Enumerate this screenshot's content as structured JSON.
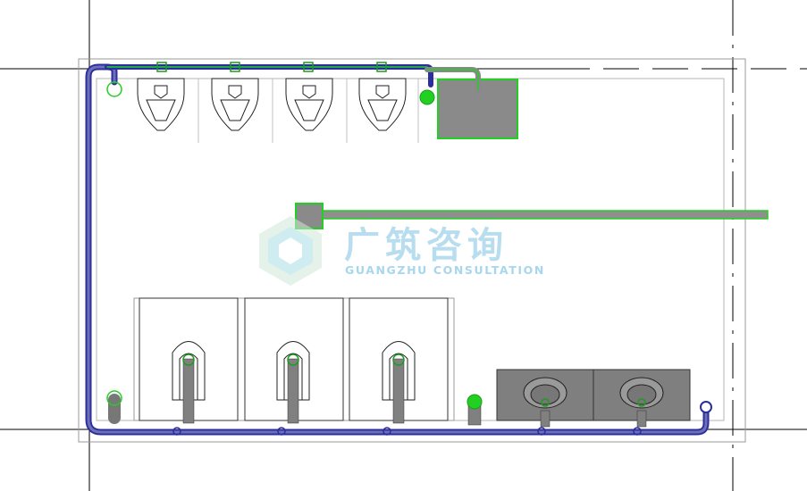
{
  "watermark": {
    "title": "广筑咨询",
    "subtitle": "GUANGZHU CONSULTATION"
  },
  "colors": {
    "pipe_blue": "#2b2f9e",
    "pipe_green": "#22d022",
    "fixture_gray": "#8a8a8a",
    "watermark": "#9fd2ea"
  },
  "fixtures": {
    "urinals": 4,
    "toilet_stalls": 3,
    "washbasins": 2,
    "water_tank": 1
  }
}
